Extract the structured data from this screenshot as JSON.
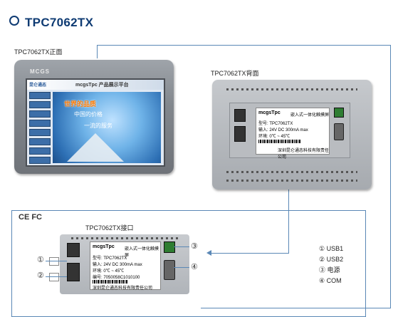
{
  "title": "TPC7062TX",
  "labels": {
    "front": "TPC7062TX正面",
    "back": "TPC7062TX背面",
    "interface": "TPC7062TX接口",
    "certs": "CE FC"
  },
  "front_device": {
    "brand": "MCGS",
    "screen_header_left": "昆仑通态",
    "screen_header_right": "mcgsTpc 产品展示平台",
    "slogan_1": "世界的品质",
    "slogan_2": "中国的价格",
    "slogan_3": "一流的服务"
  },
  "back_sticker": {
    "brand": "mcgsTpc",
    "subtitle": "嵌入式一体化触摸屏",
    "model": "型号: TPC7062TX",
    "input": "输入: 24V DC 300mA max",
    "temp": "环境: 0℃ ~ 45℃",
    "serial": "编号: 7050058C1010100",
    "maker": "深圳昆仑通态科技有限责任公司"
  },
  "callouts": [
    "①",
    "②",
    "③",
    "④"
  ],
  "legend": [
    {
      "num": "①",
      "text": "USB1"
    },
    {
      "num": "②",
      "text": "USB2"
    },
    {
      "num": "③",
      "text": "电源"
    },
    {
      "num": "④",
      "text": "COM"
    }
  ],
  "colors": {
    "accent": "#0f3b73",
    "line": "#5a88b6"
  }
}
